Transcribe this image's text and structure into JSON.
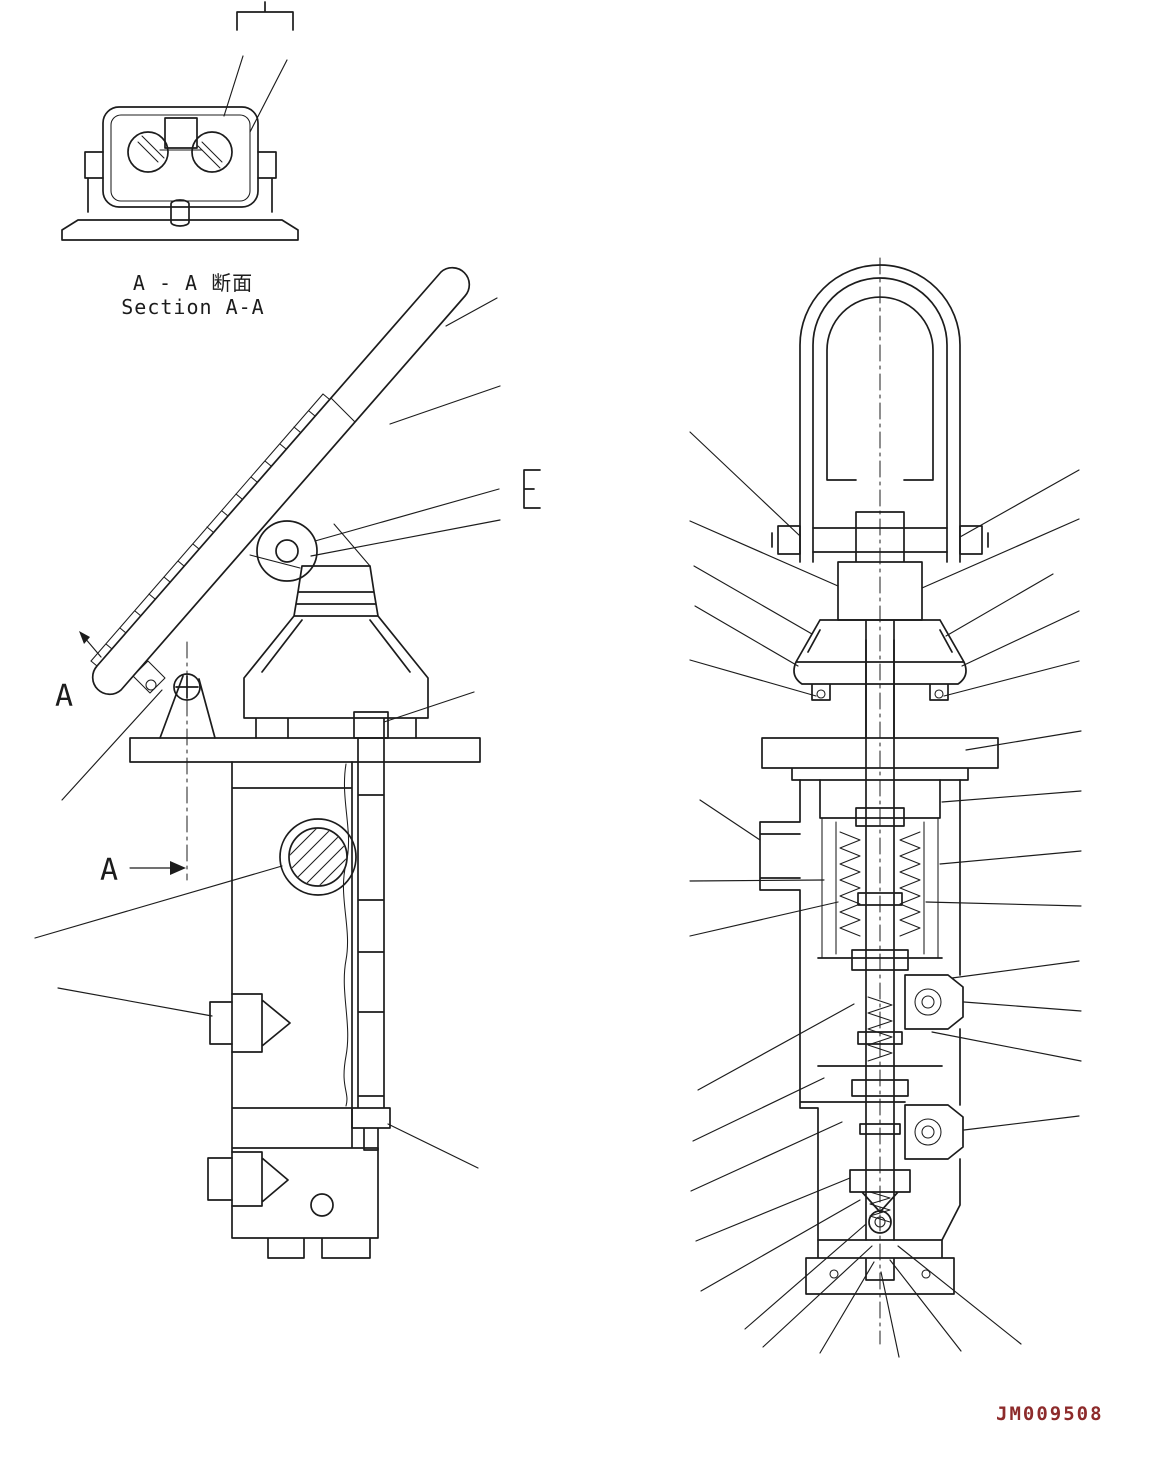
{
  "page": {
    "background": "#ffffff",
    "stroke_color": "#1c1c1c",
    "drawing_number_color": "#8d2b2b"
  },
  "section_caption": {
    "line1_jp": "A - A  断面",
    "line2_en": "Section A-A"
  },
  "datum_labels": {
    "top": "A",
    "bottom": "A"
  },
  "footer": {
    "drawing_number": "JM009508"
  }
}
